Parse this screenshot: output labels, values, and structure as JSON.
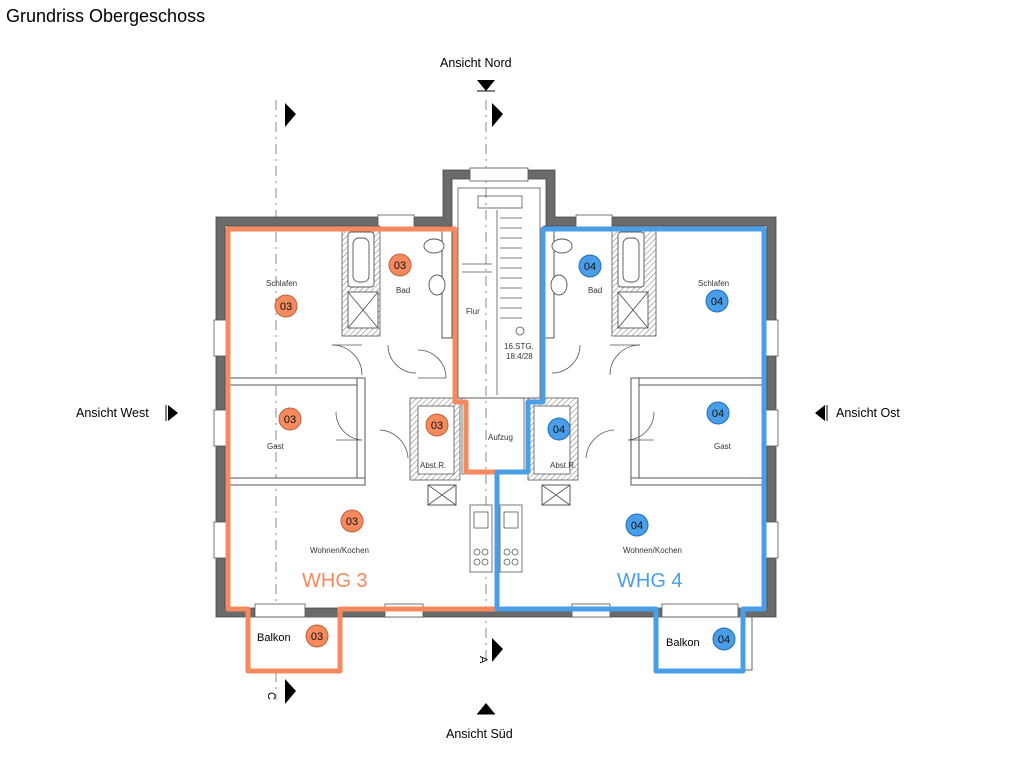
{
  "title": "Grundriss Obergeschoss",
  "views": {
    "north": "Ansicht Nord",
    "south": "Ansicht Süd",
    "west": "Ansicht West",
    "east": "Ansicht Ost"
  },
  "section_marks": {
    "a": "A",
    "c": "C"
  },
  "units": [
    {
      "name": "WHG 3",
      "number": "03",
      "color": "#f58a5e"
    },
    {
      "name": "WHG 4",
      "number": "04",
      "color": "#4a9ee8"
    }
  ],
  "rooms": {
    "schlafen": "Schlafen",
    "bad": "Bad",
    "gast": "Gast",
    "wohnen": "Wohnen/Kochen",
    "balkon": "Balkon",
    "abstr": "Abst.R.",
    "flur": "Flur",
    "aufzug": "Aufzug"
  },
  "stair": {
    "line1": "16.STG.",
    "line2": "18.4/28"
  }
}
